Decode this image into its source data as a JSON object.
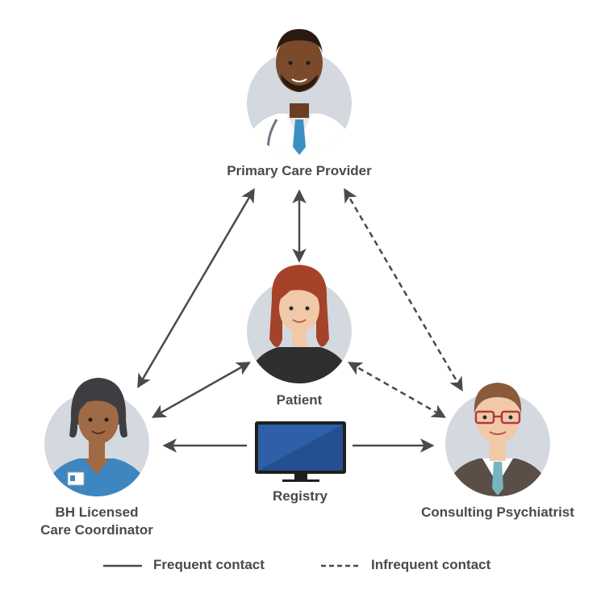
{
  "nodes": {
    "pcp": {
      "label": "Primary Care Provider"
    },
    "patient": {
      "label": "Patient"
    },
    "coordinator": {
      "label_line1": "BH Licensed",
      "label_line2": "Care Coordinator"
    },
    "psychiatrist": {
      "label": "Consulting Psychiatrist"
    },
    "registry": {
      "label": "Registry"
    }
  },
  "legend": {
    "frequent": "Frequent contact",
    "infrequent": "Infrequent contact"
  },
  "connections": [
    {
      "from": "pcp",
      "to": "patient",
      "type": "frequent"
    },
    {
      "from": "pcp",
      "to": "coordinator",
      "type": "frequent"
    },
    {
      "from": "pcp",
      "to": "psychiatrist",
      "type": "infrequent"
    },
    {
      "from": "patient",
      "to": "coordinator",
      "type": "frequent"
    },
    {
      "from": "patient",
      "to": "psychiatrist",
      "type": "infrequent"
    },
    {
      "from": "registry",
      "to": "coordinator",
      "type": "frequent"
    },
    {
      "from": "registry",
      "to": "psychiatrist",
      "type": "frequent"
    }
  ],
  "colors": {
    "line": "#4a4a4a",
    "circle": "#d3d9df",
    "text": "#4a4a4a",
    "monitor_screen": "#2e5fa8"
  }
}
